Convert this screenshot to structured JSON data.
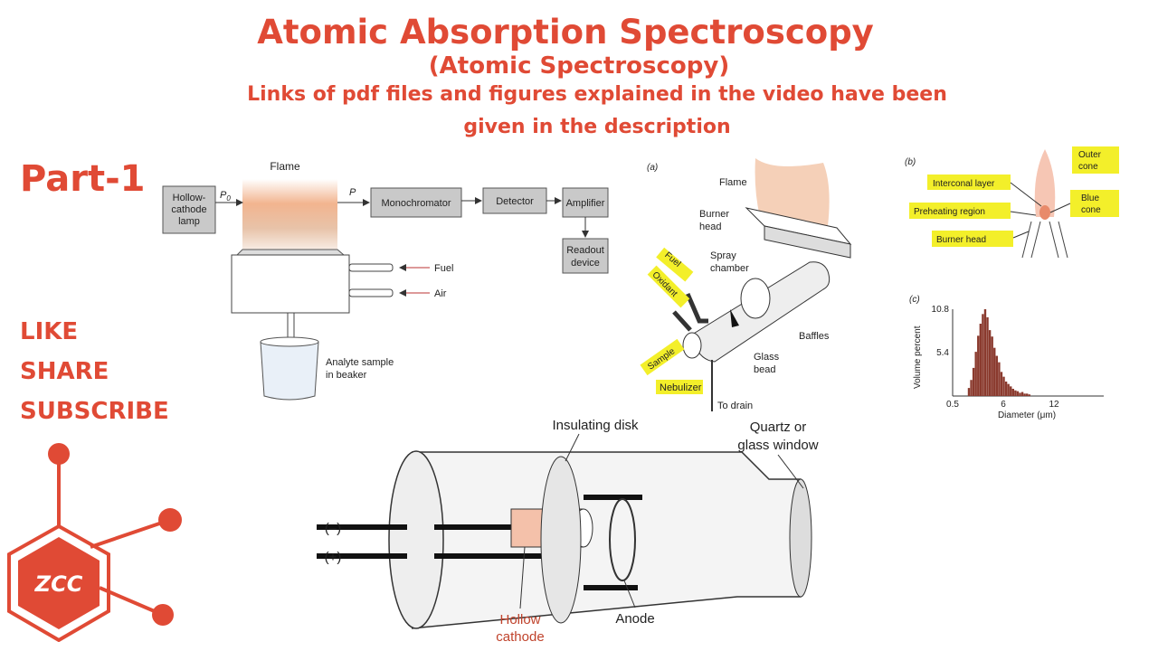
{
  "header": {
    "title": "Atomic Absorption Spectroscopy",
    "subtitle": "(Atomic Spectroscopy)",
    "note_line1": "Links of pdf files and figures explained in the video have been",
    "note_line2": "given in the description"
  },
  "sidebar": {
    "part": "Part-1",
    "like": "LIKE",
    "share": "SHARE",
    "subscribe": "SUBSCRIBE",
    "logo_text": "ZCC"
  },
  "block_diagram": {
    "flame": "Flame",
    "lamp": [
      "Hollow-",
      "cathode",
      "lamp"
    ],
    "p0": "P",
    "p0_sub": "0",
    "p": "P",
    "monochromator": "Monochromator",
    "detector": "Detector",
    "amplifier": "Amplifier",
    "readout": [
      "Readout",
      "device"
    ],
    "fuel": "Fuel",
    "air": "Air",
    "sample": [
      "Analyte sample",
      "in beaker"
    ]
  },
  "burner_diagram": {
    "panel_label": "(a)",
    "flame": "Flame",
    "burner_head": [
      "Burner",
      "head"
    ],
    "spray_chamber": [
      "Spray",
      "chamber"
    ],
    "fuel": "Fuel",
    "oxidant": "Oxidant",
    "baffles": "Baffles",
    "glass_bead": [
      "Glass",
      "bead"
    ],
    "sample": "Sample",
    "nebulizer": "Nebulizer",
    "drain": "To drain"
  },
  "flame_diagram": {
    "panel_label": "(b)",
    "outer_cone": [
      "Outer",
      "cone"
    ],
    "interconal": "Interconal layer",
    "blue_cone": [
      "Blue",
      "cone"
    ],
    "preheating": "Preheating region",
    "burner_head": "Burner head"
  },
  "chart_data": {
    "type": "bar",
    "panel_label": "(c)",
    "xlabel": "Diameter (μm)",
    "ylabel": "Volume percent",
    "x_tick_labels": [
      "0.5",
      "6",
      "12"
    ],
    "y_tick_labels": [
      "5.4",
      "10.8"
    ],
    "xlim": [
      0.5,
      20
    ],
    "ylim": [
      0,
      10.8
    ],
    "x": [
      2.6,
      2.9,
      3.2,
      3.5,
      3.8,
      4.1,
      4.4,
      4.7,
      5.0,
      5.3,
      5.6,
      5.9,
      6.2,
      6.5,
      6.8,
      7.1,
      7.4,
      7.7,
      8.0,
      8.3,
      8.6,
      8.9,
      9.2,
      9.5,
      9.8,
      10.1,
      10.4
    ],
    "values": [
      1.0,
      2.0,
      3.5,
      5.5,
      7.5,
      9.0,
      10.2,
      10.8,
      9.8,
      8.2,
      7.4,
      6.0,
      5.0,
      4.2,
      3.0,
      2.4,
      1.8,
      1.5,
      1.2,
      0.9,
      0.7,
      0.6,
      0.4,
      0.5,
      0.3,
      0.3,
      0.2
    ]
  },
  "lamp_diagram": {
    "insulating_disk": "Insulating disk",
    "window": [
      "Quartz or",
      "glass window"
    ],
    "minus": "(–)",
    "plus": "(+)",
    "hollow_cathode": [
      "Hollow",
      "cathode"
    ],
    "anode": "Anode"
  },
  "colors": {
    "accent": "#e04a35",
    "highlight": "#f3ef2a",
    "flame": "#f2b48f",
    "box_fill": "#c9c9c9"
  }
}
